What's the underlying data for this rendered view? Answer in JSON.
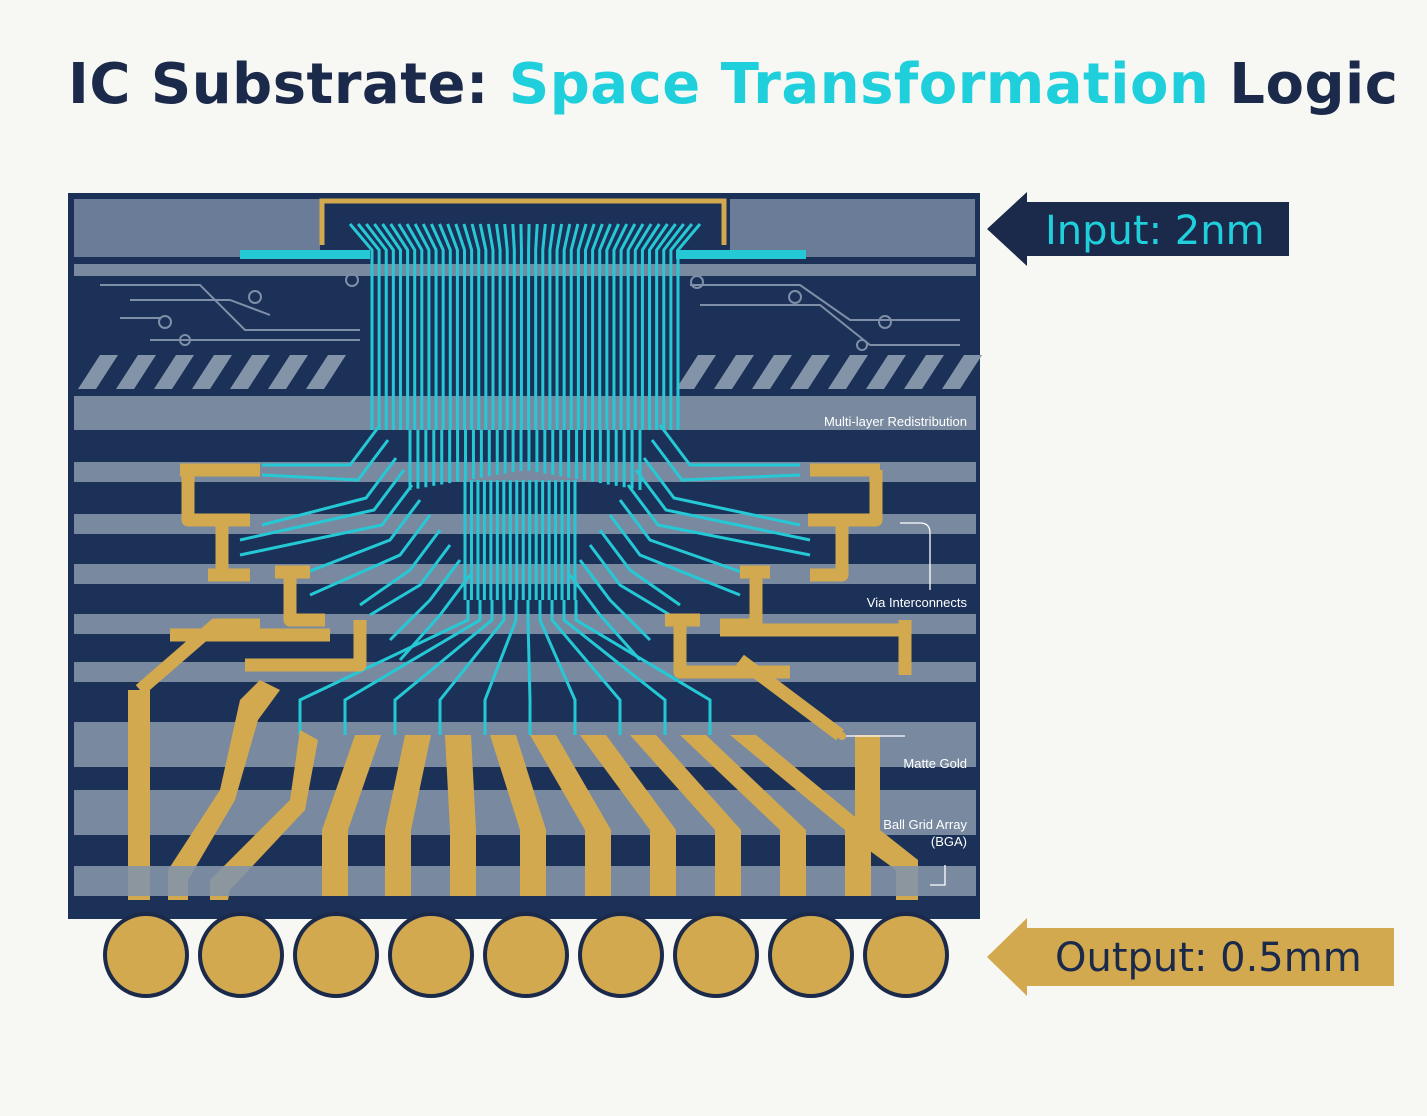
{
  "title": {
    "part1": "IC Substrate: ",
    "part2": "Space Transformation",
    "part3": " Logic"
  },
  "input_label": "Input: 2nm",
  "output_label": "Output: 0.5mm",
  "callouts": {
    "redistribution": "Multi-layer Redistribution",
    "via": "Via Interconnects",
    "gold": "Matte Gold",
    "bga_line1": "Ball Grid Array",
    "bga_line2": "(BGA)"
  },
  "colors": {
    "substrate": "#1c3158",
    "layer": "#8494a8",
    "copper_fine": "#25c9d6",
    "gold": "#d2a94e",
    "title_dark": "#1b2a4a",
    "title_accent": "#1fd0dc"
  }
}
